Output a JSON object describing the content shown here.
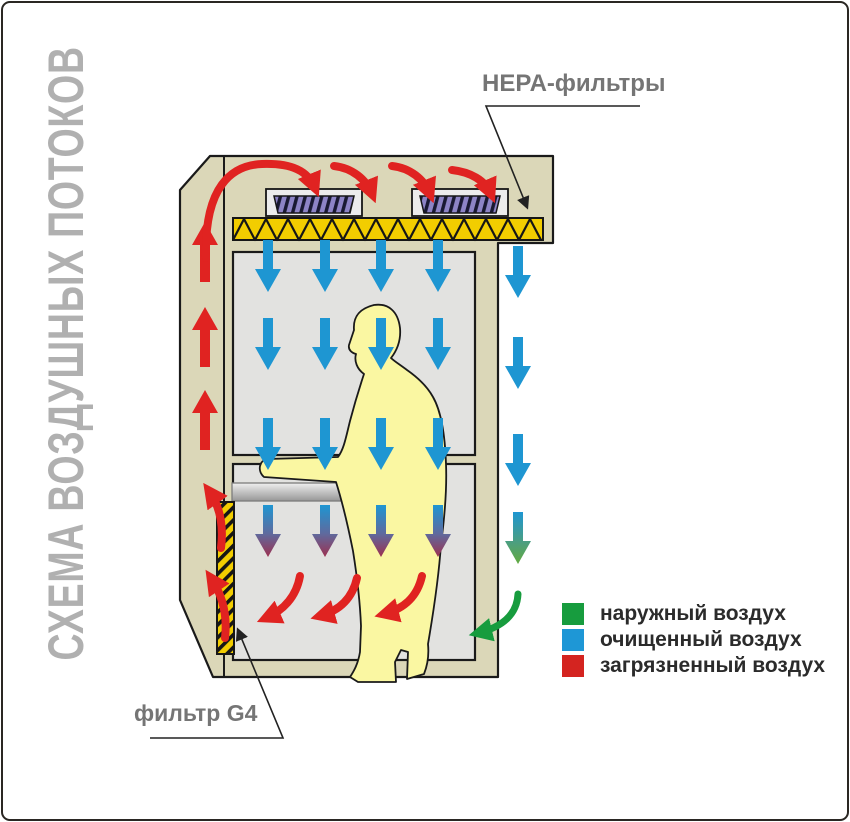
{
  "page": {
    "vertical_title": "СХЕМА ВОЗДУШНЫХ ПОТОКОВ"
  },
  "labels": {
    "hepa": "HEPA-фильтры",
    "g4": "фильтр G4"
  },
  "legend": {
    "items": [
      {
        "label": "наружный воздух",
        "color": "#179c3e"
      },
      {
        "label": "очищенный воздух",
        "color": "#1e97d6"
      },
      {
        "label": "загрязненный воздух",
        "color": "#d42420"
      }
    ]
  },
  "colors": {
    "cabinet_body": "#dbd7b8",
    "chamber_interior": "#e2e2e0",
    "filter_yellow": "#f2cd00",
    "fan_impeller": "#8d84c6",
    "clean_air_blue": "#1e96d2",
    "contaminated_red": "#e02321",
    "outdoor_green": "#179c3e",
    "operator_suit": "#faf7a2",
    "title_gray": "#b0b0b0",
    "label_gray": "#757575"
  }
}
